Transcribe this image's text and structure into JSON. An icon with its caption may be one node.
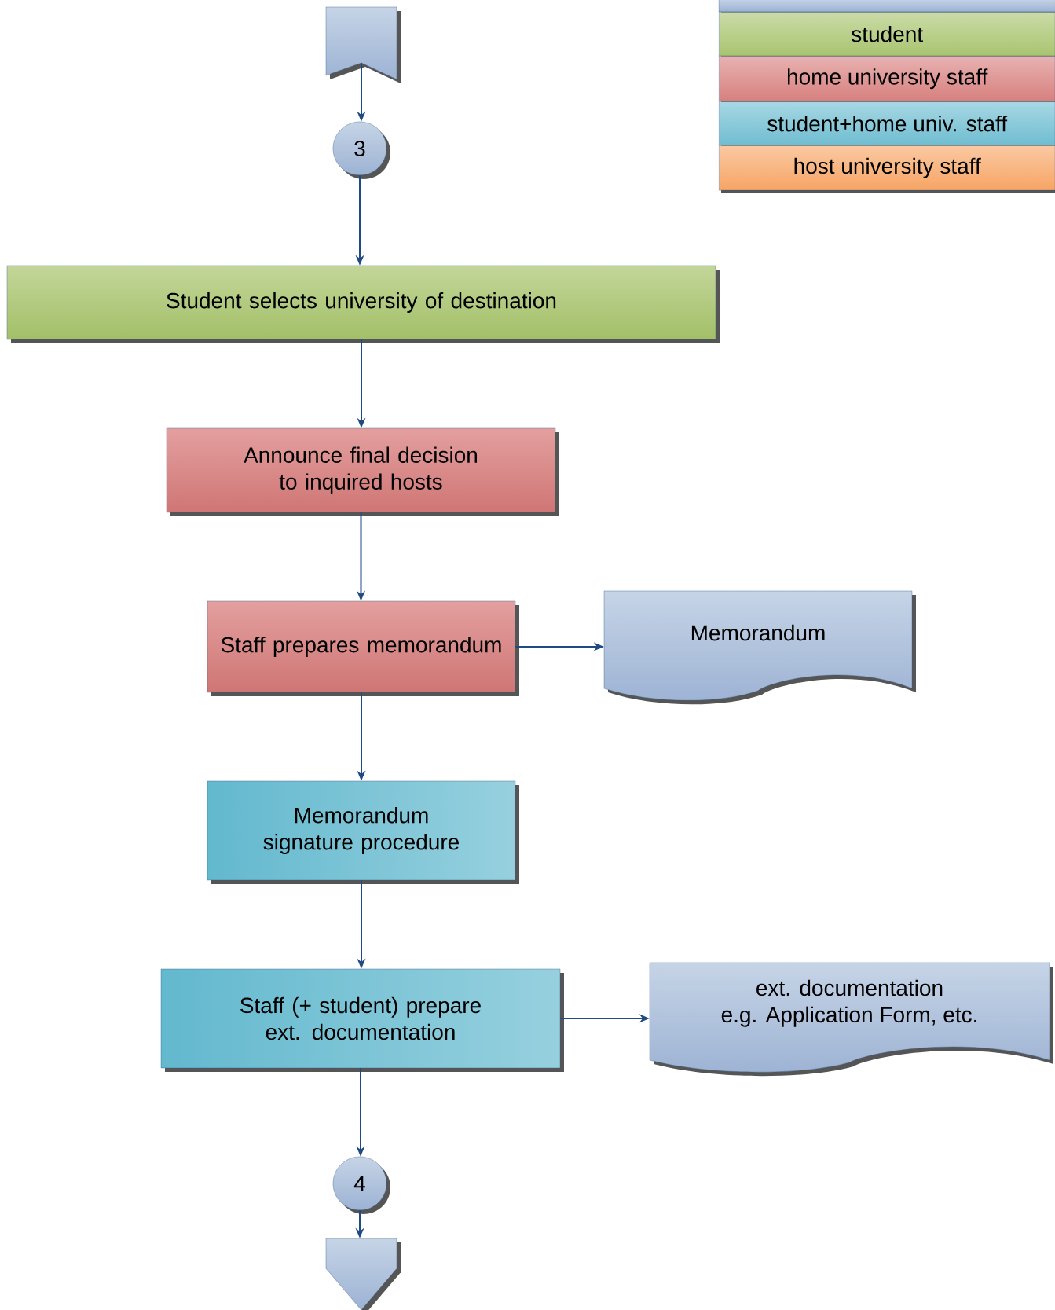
{
  "diagram": {
    "nodes": [
      {
        "text": [],
        "shape": "flag"
      },
      {
        "text": [
          "3"
        ]
      },
      {
        "text": [
          "Student selects university of destination"
        ]
      },
      {
        "text": [
          "Announce final decision to inquired hosts"
        ]
      },
      {
        "text": [
          "Staff prepares memorandum"
        ]
      },
      {
        "text": [
          "Memorandum"
        ]
      },
      {
        "text": [
          "Memorandum signature procedure"
        ]
      },
      {
        "text": [
          "Staff (+ student) prepare ext. documentation"
        ]
      },
      {
        "text": [
          "ext. documentation",
          "e.g. Application Form, etc."
        ]
      },
      {
        "text": [
          "4"
        ]
      },
      {
        "text": [],
        "shape": "pentagon"
      }
    ],
    "edges": [
      {
        "from": 0,
        "to": 1,
        "arrow": "to"
      },
      {
        "from": 1,
        "to": 2,
        "arrow": "to"
      },
      {
        "from": 2,
        "to": 3,
        "arrow": "to"
      },
      {
        "from": 3,
        "to": 4,
        "arrow": "to"
      },
      {
        "from": 4,
        "to": 5,
        "arrow": "to"
      },
      {
        "from": 4,
        "to": 6,
        "arrow": "to"
      },
      {
        "from": 6,
        "to": 7,
        "arrow": "to"
      },
      {
        "from": 7,
        "to": 8,
        "arrow": "to"
      },
      {
        "from": 7,
        "to": 9,
        "arrow": "to"
      },
      {
        "from": 9,
        "to": 10,
        "arrow": "to"
      }
    ],
    "legend": [
      {
        "text": "student",
        "color": "#a9c46f"
      },
      {
        "text": "home university staff",
        "color": "#d7807e"
      },
      {
        "text": "student+home univ. staff",
        "color": "#6fbdd1"
      },
      {
        "text": "host university staff",
        "color": "#f7a565"
      }
    ]
  }
}
